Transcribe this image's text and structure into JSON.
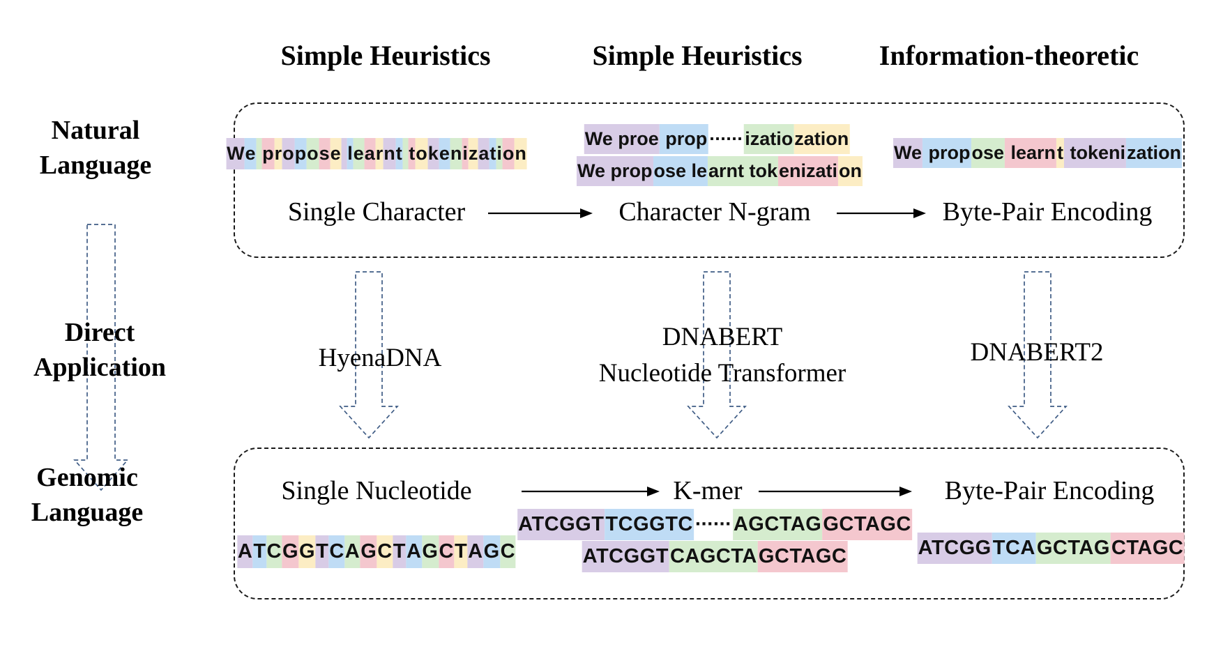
{
  "colors": {
    "purple": "#D8CCE6",
    "blue": "#BFDCF5",
    "green": "#D5ECCE",
    "pink": "#F4C7CE",
    "yellow": "#FCEDC4",
    "char_cycle": [
      "purple",
      "blue",
      "green",
      "pink",
      "yellow"
    ],
    "arrow_dash": "#3F5C85",
    "box_border": "#1A1A1A"
  },
  "headers": {
    "col1": "Simple Heuristics",
    "col2": "Simple Heuristics",
    "col3": "Information-theoretic"
  },
  "row_labels": {
    "natural_line1": "Natural",
    "natural_line2": "Language",
    "direct_line1": "Direct",
    "direct_line2": "Application",
    "genomic_line1": "Genomic",
    "genomic_line2": "Language"
  },
  "top_box": {
    "single_char_example": {
      "text": "We propose learnt tokenization"
    },
    "ngram_example": {
      "line1": [
        {
          "t": "We proe",
          "c": "purple"
        },
        {
          "t": " prop",
          "c": "blue"
        },
        {
          "t": "······",
          "c": "none"
        },
        {
          "t": "izatio",
          "c": "green"
        },
        {
          "t": "zation",
          "c": "yellow"
        }
      ],
      "line2": [
        {
          "t": "We prop",
          "c": "purple"
        },
        {
          "t": "ose le",
          "c": "blue"
        },
        {
          "t": "arnt tok",
          "c": "green"
        },
        {
          "t": "enizati",
          "c": "pink"
        },
        {
          "t": "on",
          "c": "yellow"
        }
      ]
    },
    "bpe_example": [
      {
        "t": "We",
        "c": "purple"
      },
      {
        "t": " prop",
        "c": "blue"
      },
      {
        "t": "ose",
        "c": "green"
      },
      {
        "t": " learn",
        "c": "pink"
      },
      {
        "t": "t",
        "c": "yellow"
      },
      {
        "t": " tokeni",
        "c": "purple"
      },
      {
        "t": "zation",
        "c": "blue"
      }
    ],
    "method_labels": {
      "col1": "Single Character",
      "col2": "Character N-gram",
      "col3": "Byte-Pair Encoding"
    }
  },
  "transfer": {
    "col1": "HyenaDNA",
    "col2_line1": "DNABERT",
    "col2_line2": "Nucleotide Transformer",
    "col3": "DNABERT2"
  },
  "bottom_box": {
    "method_labels": {
      "col1": "Single Nucleotide",
      "col2": "K-mer",
      "col3": "Byte-Pair Encoding"
    },
    "single_nt_example": {
      "text": "ATCGGTCAGCTAGCTAGC"
    },
    "kmer_example": {
      "line1": [
        {
          "t": "ATCGGT",
          "c": "purple"
        },
        {
          "t": "TCGGTC",
          "c": "blue"
        },
        {
          "t": "······",
          "c": "none"
        },
        {
          "t": "AGCTAG",
          "c": "green"
        },
        {
          "t": "GCTAGC",
          "c": "pink"
        }
      ],
      "line2": [
        {
          "t": "ATCGGT",
          "c": "purple"
        },
        {
          "t": "CAGCTA",
          "c": "green"
        },
        {
          "t": "GCTAGC",
          "c": "pink"
        }
      ]
    },
    "bpe_example": [
      {
        "t": "ATCGG",
        "c": "purple"
      },
      {
        "t": "TCA",
        "c": "blue"
      },
      {
        "t": "GCTAG",
        "c": "green"
      },
      {
        "t": "CTAGC",
        "c": "pink"
      }
    ]
  }
}
